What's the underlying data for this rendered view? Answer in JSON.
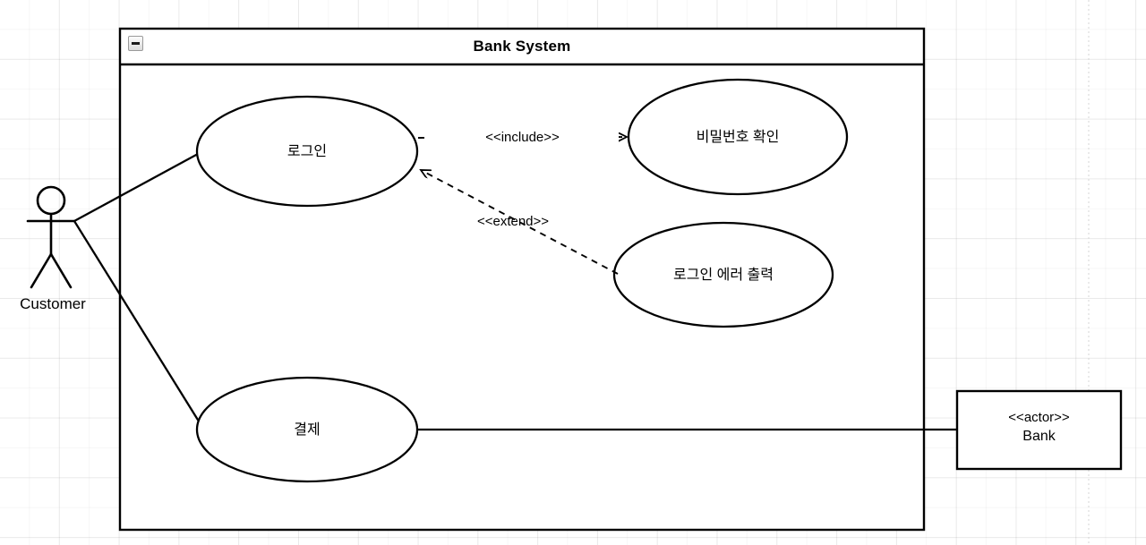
{
  "diagram": {
    "type": "uml-use-case-diagram",
    "system_boundary": {
      "title": "Bank System",
      "collapse_icon": "minus-icon"
    },
    "actors": [
      {
        "id": "customer",
        "name": "Customer",
        "notation": "stick-figure"
      },
      {
        "id": "bank",
        "stereotype": "<<actor>>",
        "name": "Bank",
        "notation": "rectangle"
      }
    ],
    "use_cases": [
      {
        "id": "login",
        "label": "로그인"
      },
      {
        "id": "password-check",
        "label": "비밀번호 확인"
      },
      {
        "id": "login-error",
        "label": "로그인 에러 출력"
      },
      {
        "id": "payment",
        "label": "결제"
      }
    ],
    "relationships": [
      {
        "id": "customer-login",
        "from": "customer",
        "to": "login",
        "type": "association",
        "label": ""
      },
      {
        "id": "customer-payment",
        "from": "customer",
        "to": "payment",
        "type": "association",
        "label": ""
      },
      {
        "id": "payment-bank",
        "from": "payment",
        "to": "bank",
        "type": "association",
        "label": ""
      },
      {
        "id": "login-include-password",
        "from": "login",
        "to": "password-check",
        "type": "include",
        "label": "<<include>>"
      },
      {
        "id": "error-extend-login",
        "from": "login-error",
        "to": "login",
        "type": "extend",
        "label": "<<extend>>"
      }
    ],
    "colors": {
      "stroke": "#000000",
      "fill": "#ffffff",
      "grid_minor": "#f2f2f2",
      "grid_major": "#e8e8e8",
      "page_break": "#d8d8d8"
    }
  }
}
